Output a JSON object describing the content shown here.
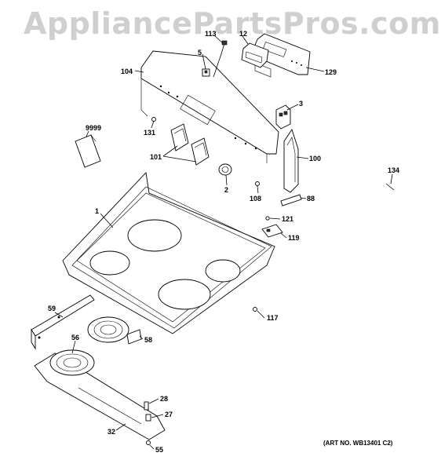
{
  "watermark": "AppliancePartsPros.com",
  "art_number": "(ART NO. WB13401 C2)",
  "callouts": {
    "c113": "113",
    "c12": "12",
    "c5": "5",
    "c104": "104",
    "c129": "129",
    "c3": "3",
    "c9999": "9999",
    "c131": "131",
    "c101": "101",
    "c2": "2",
    "c100": "100",
    "c108": "108",
    "c134": "134",
    "c88": "88",
    "c1": "1",
    "c121": "121",
    "c119": "119",
    "c59": "59",
    "c117": "117",
    "c56": "56",
    "c58": "58",
    "c28": "28",
    "c27": "27",
    "c32": "32",
    "c55": "55"
  }
}
